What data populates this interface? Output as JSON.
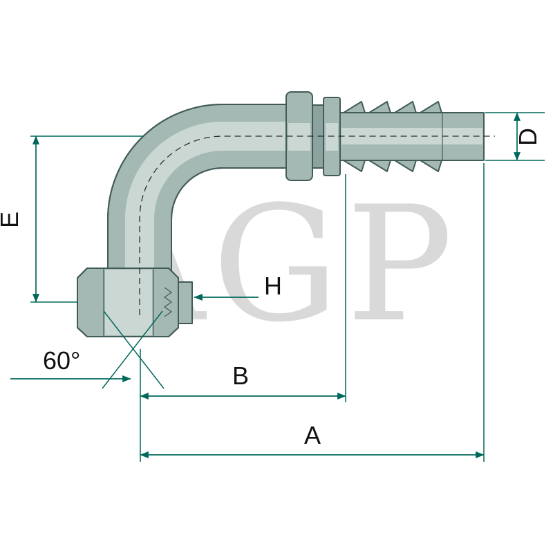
{
  "watermark": {
    "text": "AGP"
  },
  "labels": {
    "a": "A",
    "b": "B",
    "d": "D",
    "e": "E",
    "h": "H",
    "angle": "60°"
  },
  "colors": {
    "dimension-line": "#00685a",
    "label-text": "#101010",
    "outline": "#415b58",
    "fitting-base": "#a4b8b4",
    "fitting-light": "#cbd7d3",
    "fitting-dark": "#8ba29e",
    "centerline": "#2f2f2f",
    "watermark-gray": "#d9d9d9",
    "background": "#ffffff"
  }
}
